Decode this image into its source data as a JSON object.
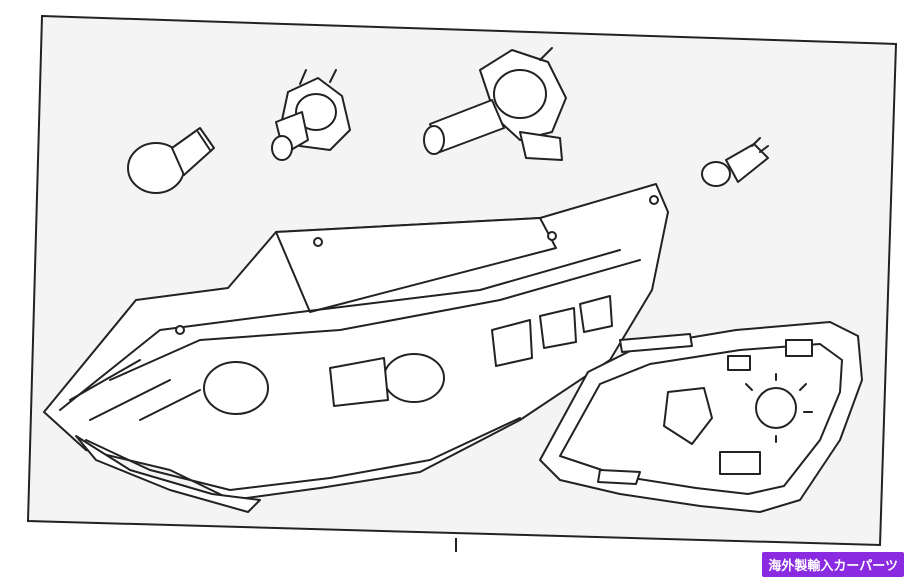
{
  "watermark": {
    "text": "海外製輸入カーパーツ",
    "background_color": "#8a2be2",
    "text_color": "#ffffff"
  },
  "diagram": {
    "ink_color": "#222222",
    "panel_fill": "#f4f4f4",
    "items": [
      "bulb-s25",
      "bulb-h11",
      "bulb-h9",
      "bulb-t10",
      "headlamp-assembly",
      "rear-housing"
    ]
  }
}
